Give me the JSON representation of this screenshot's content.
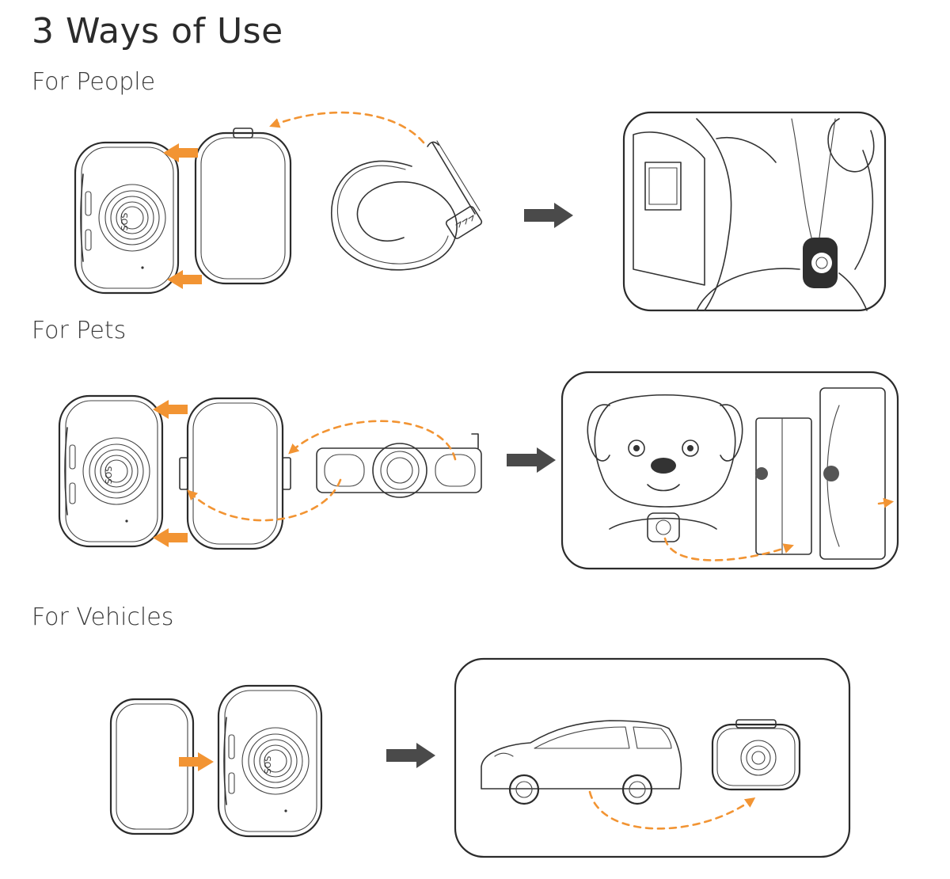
{
  "title": "3 Ways of Use",
  "sections": [
    {
      "label": "For People"
    },
    {
      "label": "For Pets"
    },
    {
      "label": "For Vehicles"
    }
  ],
  "device": {
    "button_text": "SOS"
  },
  "colors": {
    "accent": "#F29433",
    "arrow_dark": "#4A4A4A",
    "line": "#333333",
    "background": "#FFFFFF"
  }
}
